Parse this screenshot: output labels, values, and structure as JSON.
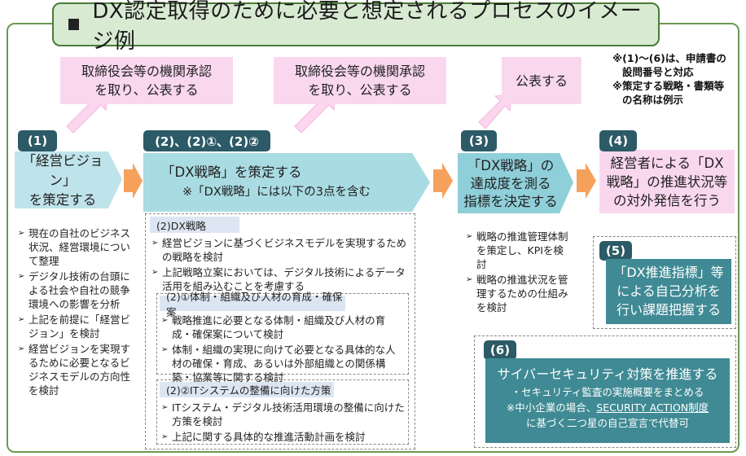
{
  "title": "DX認定取得のために必要と想定されるプロセスのイメージ例",
  "pink1": {
    "line1": "取締役会等の機関承認",
    "line2": "を取り、公表する"
  },
  "pink2": {
    "line1": "取締役会等の機関承認",
    "line2": "を取り、公表する"
  },
  "pink3": "公表する",
  "notes": [
    "※(1)～(6)は、申請書の",
    "設問番号と対応",
    "※策定する戦略・書類等",
    "の名称は例示"
  ],
  "tags": {
    "t1": "(1)",
    "t2": "(2)、(2)①、(2)②",
    "t3": "(3)",
    "t4": "(4)",
    "t5": "(5)",
    "t6": "(6)"
  },
  "stage1": {
    "line1": "「経営ビジョン」",
    "line2": "を策定する"
  },
  "stage2": {
    "line1": "「DX戦略」を策定する",
    "line2": "※「DX戦略」には以下の3点を含む"
  },
  "stage3": {
    "line1": "「DX戦略」の",
    "line2": "達成度を測る",
    "line3": "指標を決定する"
  },
  "stage4": {
    "line1": "経営者による「DX",
    "line2": "戦略」の推進状況等",
    "line3": "の対外発信を行う"
  },
  "col1_bullets": [
    "現在の自社のビジネス状況、経営環境について整理",
    "デジタル技術の台頭による社会や自社の競争環境への影響を分析",
    "上記を前提に「経営ビジョン」を検討",
    "経営ビジョンを実現するために必要となるビジネスモデルの方向性を検討"
  ],
  "dx_strategy": {
    "label": "(2)DX戦略",
    "bullets": [
      "経営ビジョンに基づくビジネスモデルを実現するための戦略を検討",
      "上記戦略立案においては、デジタル技術によるデータ活用を組み込むことを考慮する"
    ]
  },
  "org": {
    "label": "(2)①体制・組織及び人材の育成・確保案",
    "bullets": [
      "戦略推進に必要となる体制・組織及び人材の育成・確保案について検討",
      "体制・組織の実現に向けて必要となる具体的な人材の確保・育成、あるいは外部組織との関係構築・協業等に関する検討"
    ]
  },
  "it": {
    "label": "(2)②ITシステムの整備に向けた方策",
    "bullets": [
      "ITシステム・デジタル技術活用環境の整備に向けた方策を検討",
      "上記に関する具体的な推進活動計画を検討"
    ]
  },
  "col3_bullets": [
    "戦略の推進管理体制を策定し、KPIを検討",
    "戦略の推進状況を管理するための仕組みを検討"
  ],
  "box5": {
    "line1": "「DX推進指標」等",
    "line2": "による自己分析を",
    "line3": "行い課題把握する"
  },
  "box6": {
    "heading": "サイバーセキュリティ対策を推進する",
    "line1": "・セキュリティ監査の実施概要をまとめる",
    "line2_pre": "※中小企業の場合、",
    "line2_link": "SECURITY ACTION制度",
    "line3": "に基づく二つ星の自己宣言で代替可"
  },
  "colors": {
    "teal_dark": "#2c5a66",
    "teal": "#3f8a94",
    "pink": "#f9d7ef",
    "stage_blue": "#a9dbe2",
    "orange": "#f5a15b",
    "title_green": "#d9ead3"
  }
}
